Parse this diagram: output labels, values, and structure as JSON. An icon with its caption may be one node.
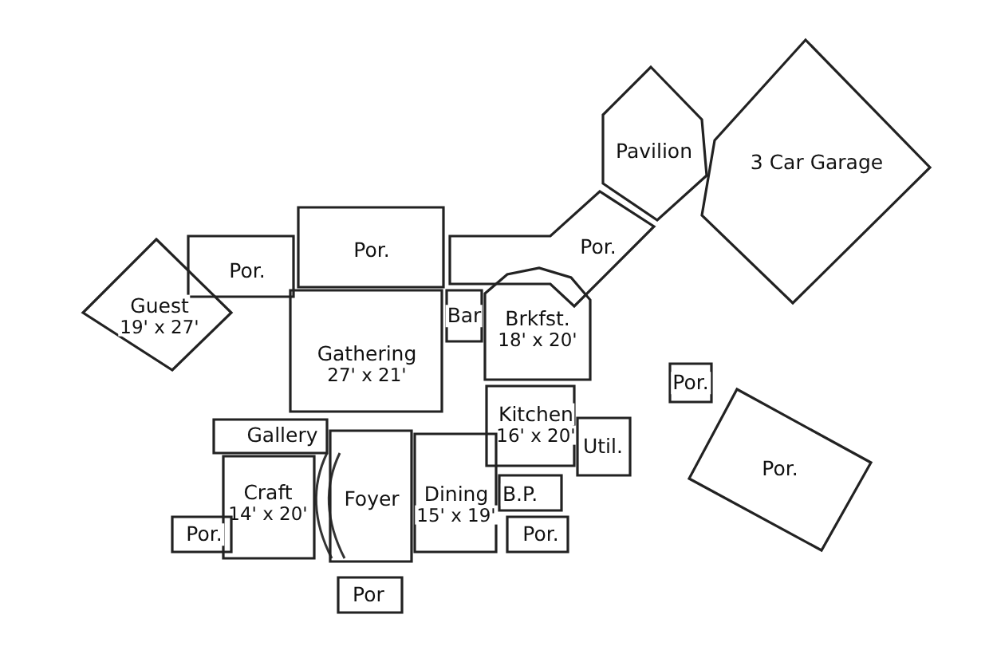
{
  "diagram": {
    "nodes": [
      {
        "text": [
          "Pavilion"
        ]
      },
      {
        "text": [
          "3 Car Garage"
        ]
      },
      {
        "text": [
          "Por."
        ]
      },
      {
        "text": [
          "Por."
        ]
      },
      {
        "text": [
          "Por."
        ]
      },
      {
        "text": [
          "Guest",
          "19' x 27'"
        ]
      },
      {
        "text": [
          "Bar"
        ]
      },
      {
        "text": [
          "Brkfst.",
          "18' x 20'"
        ]
      },
      {
        "text": [
          "Gathering",
          "27' x 21'"
        ]
      },
      {
        "text": [
          "Por."
        ]
      },
      {
        "text": [
          "Gallery"
        ]
      },
      {
        "text": [
          "Kitchen",
          "16' x 20'"
        ]
      },
      {
        "text": [
          "Util."
        ]
      },
      {
        "text": [
          "Por."
        ]
      },
      {
        "text": [
          "Craft",
          "14' x 20'"
        ]
      },
      {
        "text": [
          "Foyer"
        ]
      },
      {
        "text": [
          "Dining",
          "15' x 19'"
        ]
      },
      {
        "text": [
          "B.P."
        ]
      },
      {
        "text": [
          "Por."
        ]
      },
      {
        "text": [
          "Por."
        ]
      },
      {
        "text": [
          "Por"
        ]
      }
    ]
  }
}
